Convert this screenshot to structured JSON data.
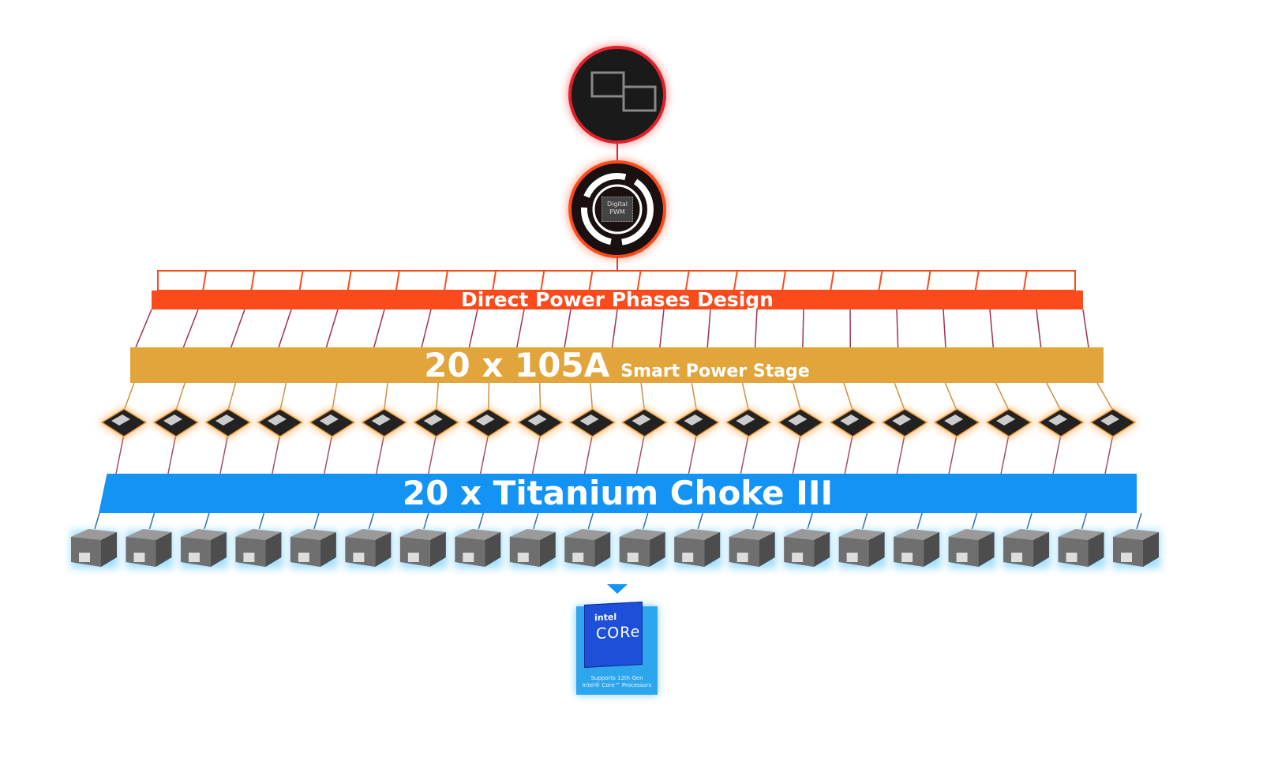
{
  "title": "Direct Power Phases Design",
  "pwm_label_line1": "Digital",
  "pwm_label_line2": "PWM",
  "stage": {
    "count_label": "20 x 105A",
    "label": "Smart Power Stage"
  },
  "choke": {
    "label": "20 x Titanium Choke III"
  },
  "phase_count": 20,
  "cpu": {
    "brand": "intel",
    "product": "CORe",
    "support_line1": "Supports 12th Gen",
    "support_line2": "Intel® Core™ Processors"
  },
  "colors": {
    "red": "#fb4a1c",
    "orange": "#e2a53b",
    "blue": "#1393f3"
  }
}
